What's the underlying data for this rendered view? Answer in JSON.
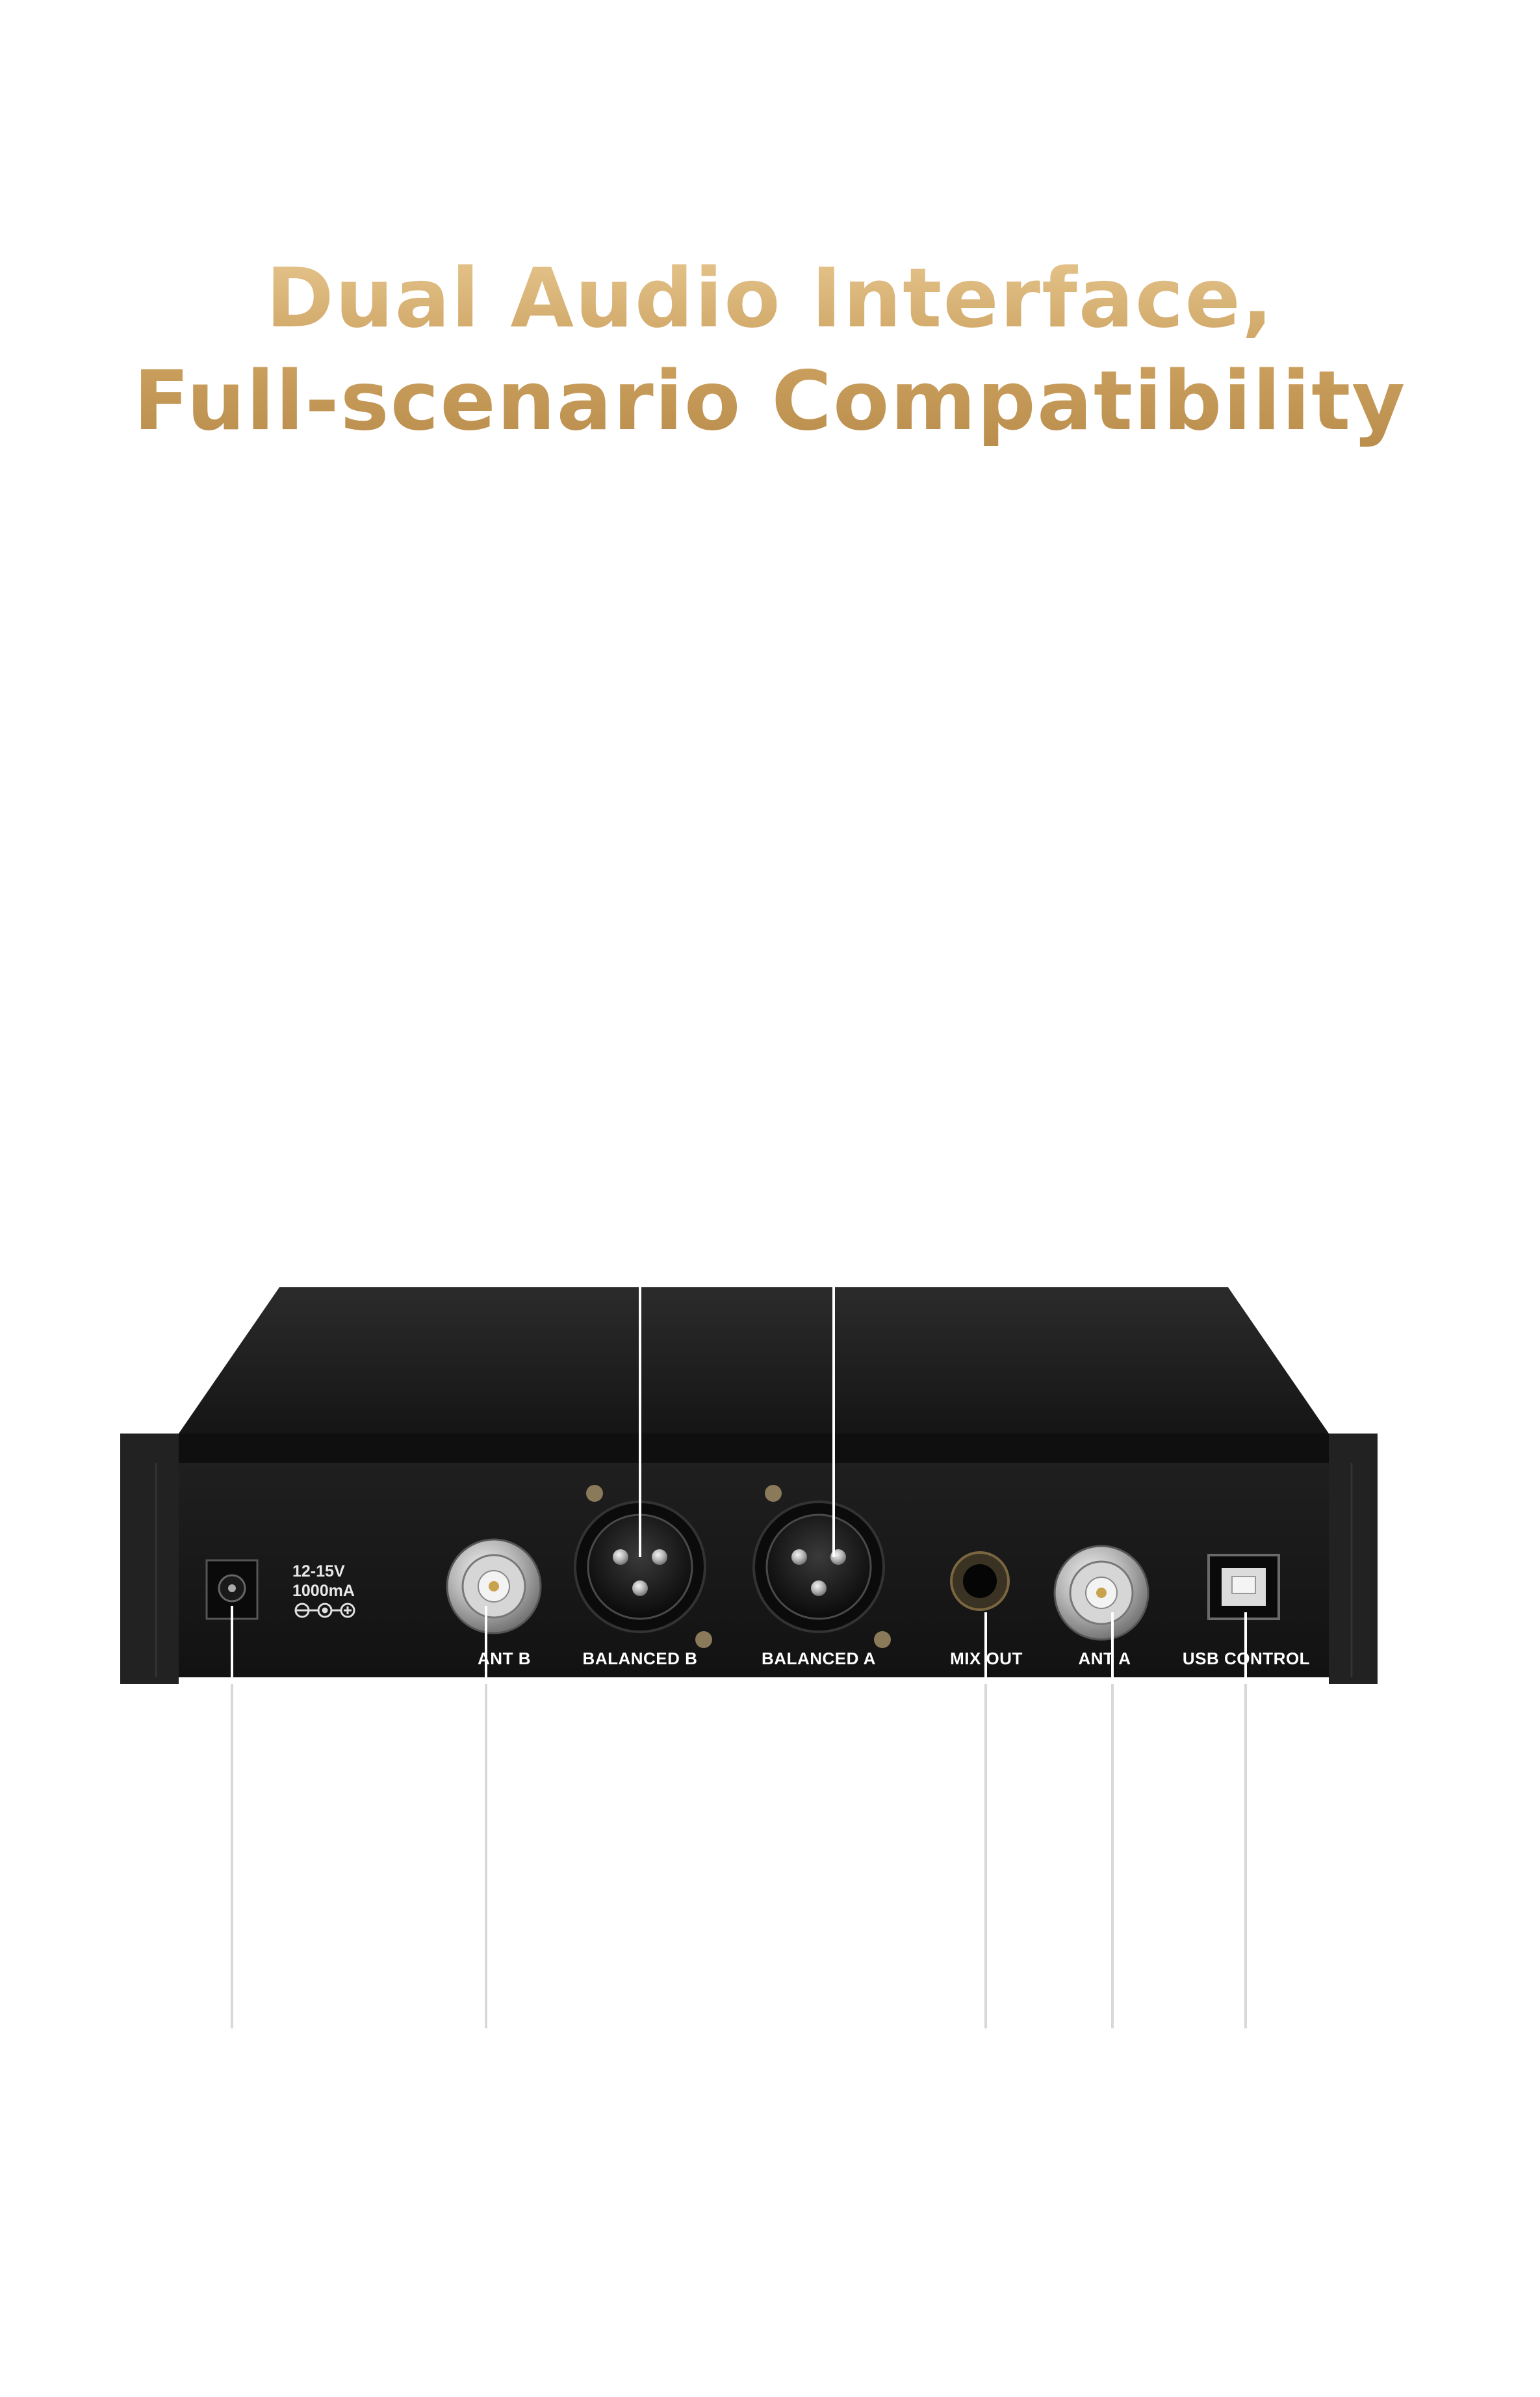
{
  "headline": {
    "line1": "Dual Audio Interface,",
    "line2": "Full-scenario Compatibility"
  },
  "colors": {
    "headline_gold": "#d2ab6e",
    "device_body": "#1b1b1b",
    "label_white": "#ffffff",
    "callout_line": "#ffffff"
  },
  "device": {
    "power_spec": {
      "voltage": "12-15V",
      "current": "1000mA"
    },
    "ports": [
      {
        "id": "ant-b",
        "label": "ANT B",
        "icon": "bnc-connector-icon"
      },
      {
        "id": "balanced-b",
        "label": "BALANCED B",
        "icon": "xlr-connector-icon"
      },
      {
        "id": "balanced-a",
        "label": "BALANCED A",
        "icon": "xlr-connector-icon"
      },
      {
        "id": "mix-out",
        "label": "MIX OUT",
        "icon": "jack-socket-icon"
      },
      {
        "id": "ant-a",
        "label": "ANT A",
        "icon": "bnc-connector-icon"
      },
      {
        "id": "usb-control",
        "label": "USB CONTROL",
        "icon": "usb-b-port-icon"
      }
    ],
    "power_icon": "dc-jack-icon",
    "polarity_icon": "dc-polarity-icon"
  }
}
